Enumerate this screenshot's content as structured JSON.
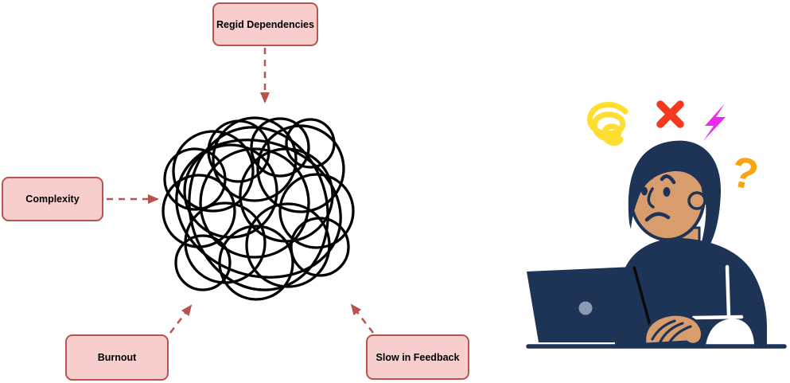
{
  "title": "Tangled process problems diagram with confused developer illustration",
  "diagram": {
    "box_fill": "#F8CECC",
    "box_border": "#B85450",
    "arrow_color": "#B85450",
    "tangle_color": "#000000",
    "nodes": {
      "rigid": {
        "label": "Regid Dependencies"
      },
      "complexity": {
        "label": "Complexity"
      },
      "burnout": {
        "label": "Burnout"
      },
      "slow_feedback": {
        "label": "Slow in Feedback"
      }
    }
  },
  "illustration": {
    "colors": {
      "navy": "#1D3456",
      "skin": "#D99C6C",
      "squiggle_yellow": "#FFDE2F",
      "x_red": "#F6391E",
      "bolt_magenta": "#EE28EE",
      "question_orange": "#F7A60F",
      "laptop_logo_gray": "#8D9BB2"
    },
    "symbols": {
      "question_mark": "?"
    }
  }
}
